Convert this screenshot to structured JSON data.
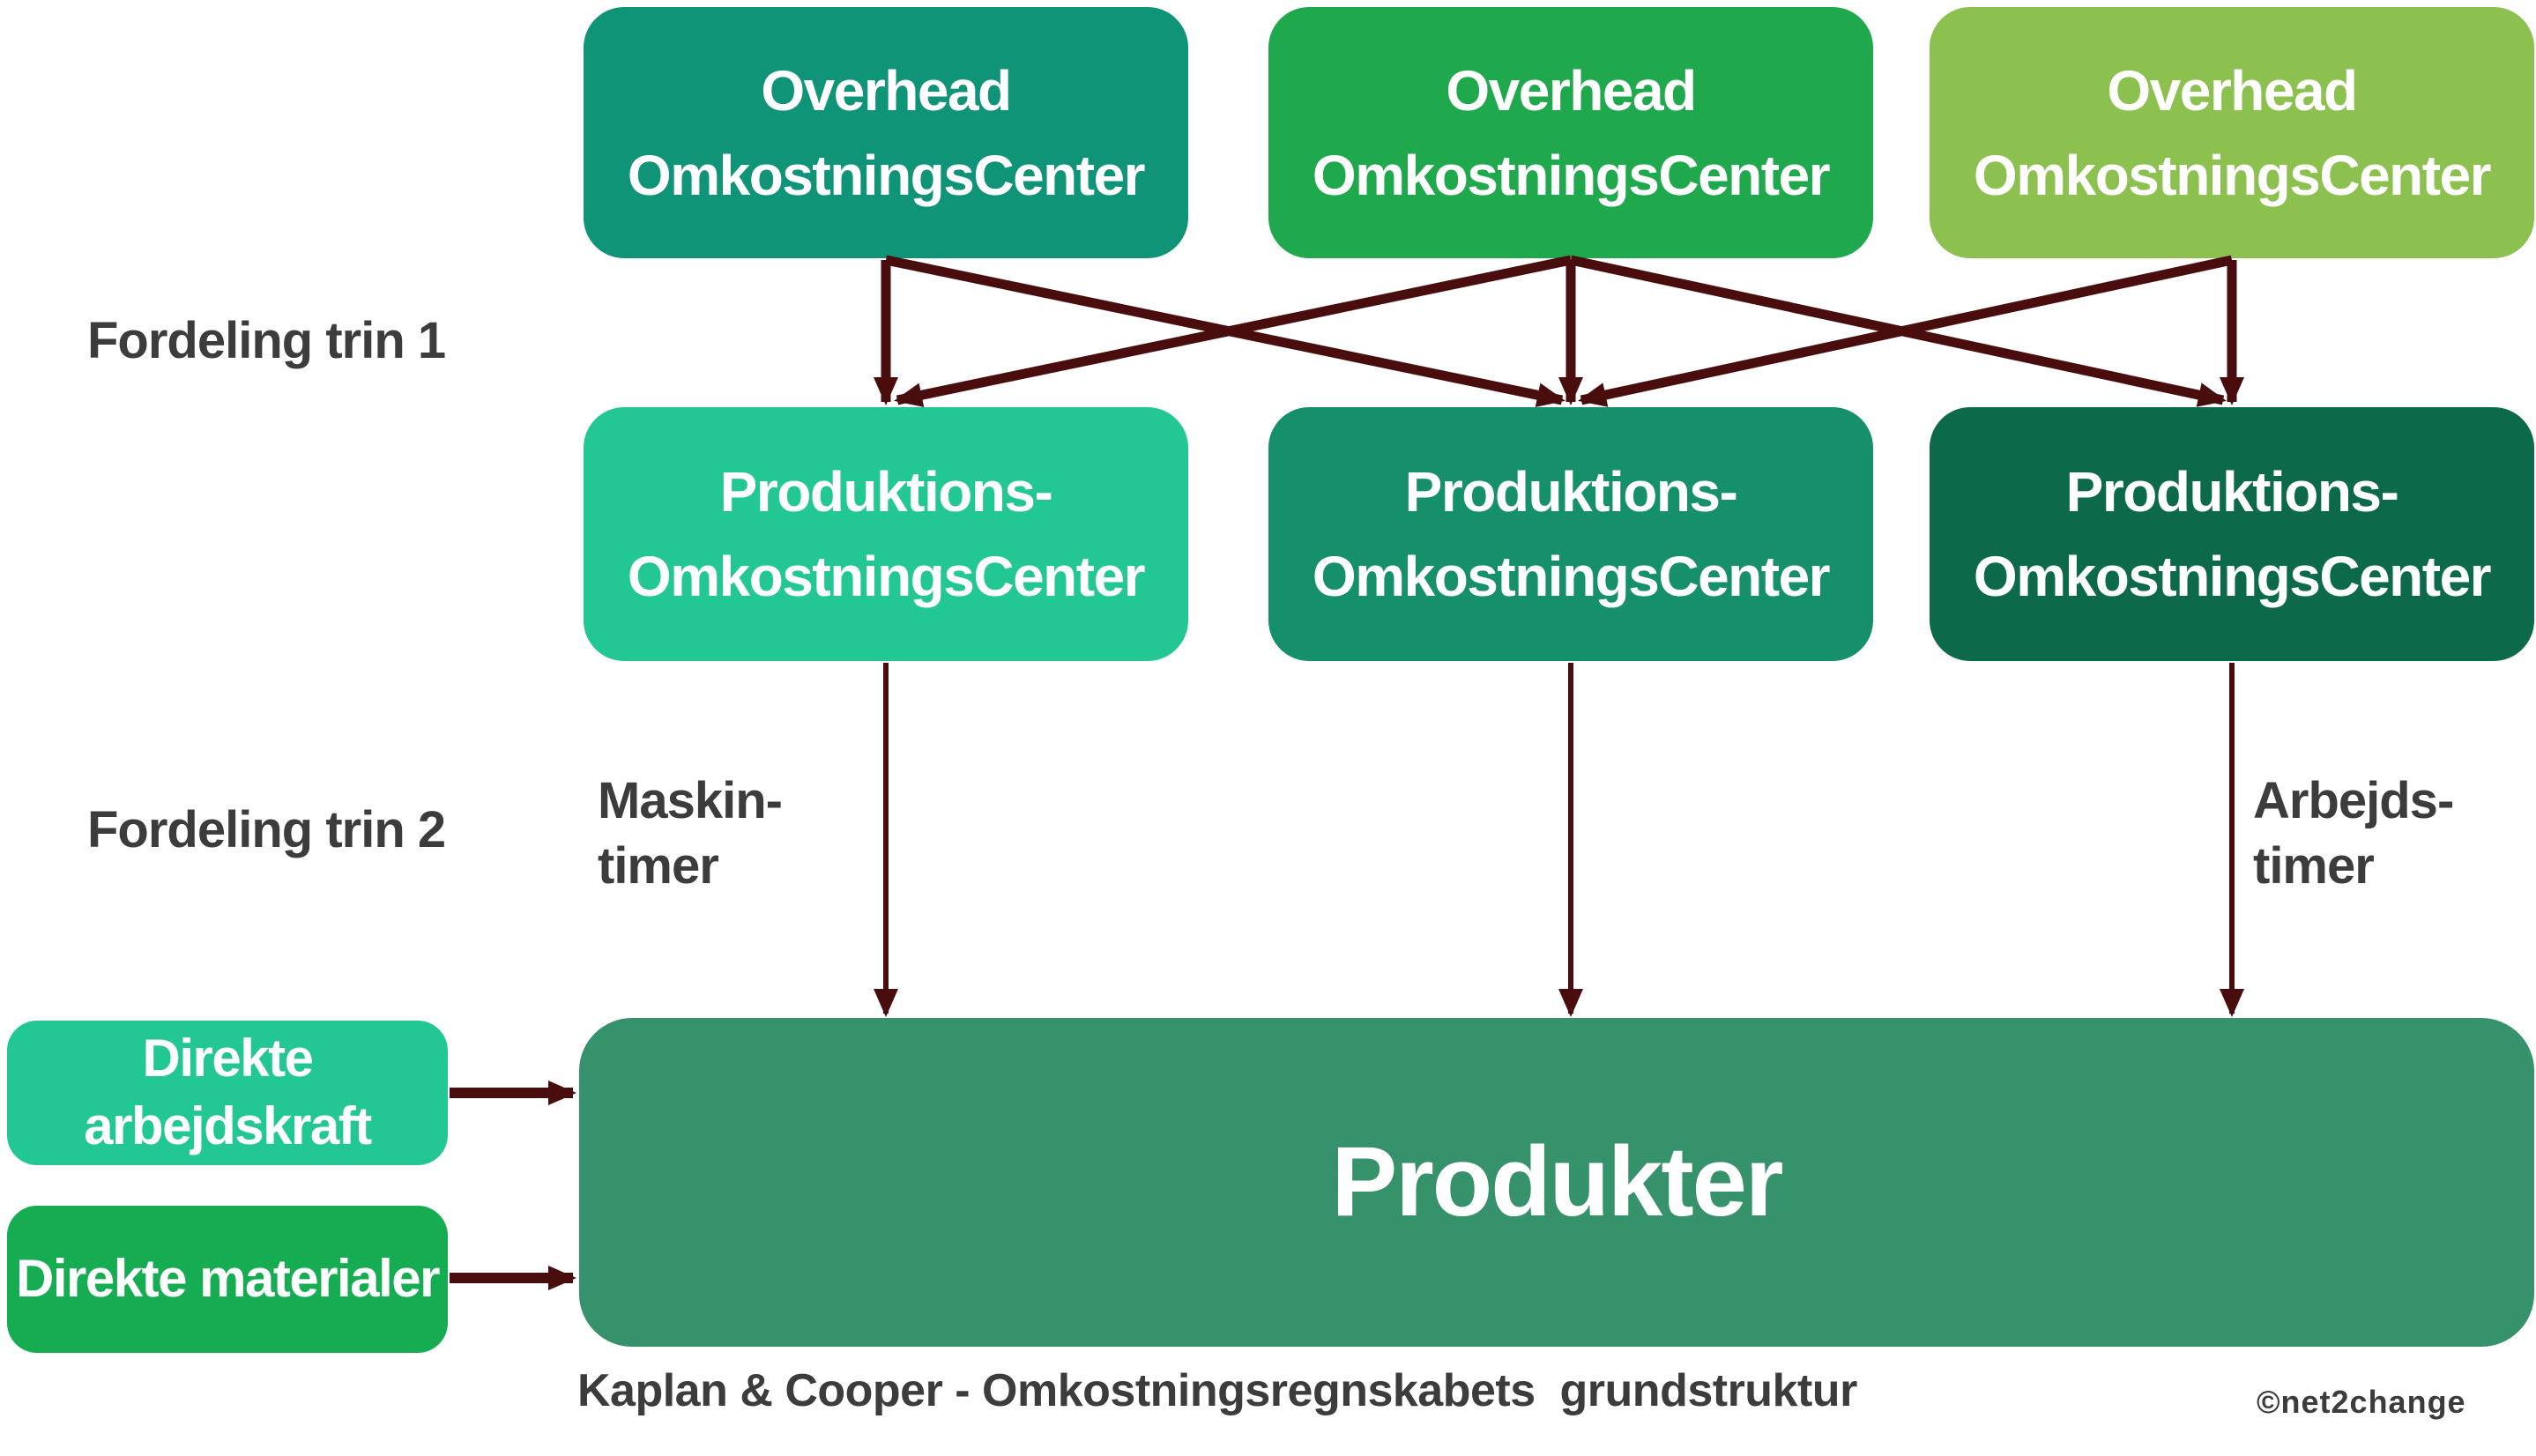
{
  "diagram": {
    "background": "#ffffff",
    "arrow_color": "#4a0d0e",
    "label_color": "#3c3c3c",
    "overhead_boxes": [
      {
        "label": "Overhead OmkostningsCenter",
        "color": "#0f9477"
      },
      {
        "label": "Overhead OmkostningsCenter",
        "color": "#20a84d"
      },
      {
        "label": "Overhead OmkostningsCenter",
        "color": "#8cc04f"
      }
    ],
    "production_boxes": [
      {
        "label": "Produktions-OmkostningsCenter",
        "color": "#22c794"
      },
      {
        "label": "Produktions-OmkostningsCenter",
        "color": "#16906b"
      },
      {
        "label": "Produktions-OmkostningsCenter",
        "color": "#0c6a4a"
      }
    ],
    "direct_boxes": [
      {
        "label": "Direkte arbejdskraft",
        "color": "#22c794"
      },
      {
        "label": "Direkte materialer",
        "color": "#16ad52"
      }
    ],
    "products_box": {
      "label": "Produkter",
      "color": "#36926a"
    },
    "side_labels": {
      "step1": "Fordeling trin 1",
      "step2": "Fordeling trin 2",
      "machine_hours": "Maskin-\ntimer",
      "labor_hours": "Arbejds-\ntimer"
    },
    "caption": "Kaplan & Cooper - Omkostningsregnskabets  grundstruktur",
    "credit": "©net2change"
  }
}
